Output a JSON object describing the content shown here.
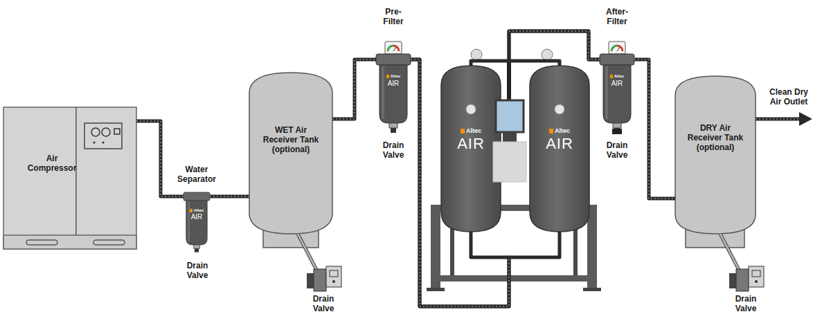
{
  "diagram": {
    "nodes": [
      {
        "text": [
          "Air Compressor"
        ]
      },
      {
        "text": [
          "Water Separator",
          "Altec",
          "AIR"
        ]
      },
      {
        "text": [
          "WET Air Receiver Tank (optional)"
        ]
      },
      {
        "text": [
          "Pre- Filter",
          "Altec",
          "AIR"
        ]
      },
      {
        "text": [
          "Altec",
          "AIR"
        ]
      },
      {
        "text": [
          "Altec",
          "AIR"
        ]
      },
      {
        "text": [
          "After- Filter",
          "Altec",
          "AIR"
        ]
      },
      {
        "text": [
          "DRY Air Receiver Tank (optional)"
        ]
      }
    ],
    "edges": [
      {
        "from": 0,
        "to": 1,
        "arrow": "none"
      },
      {
        "from": 1,
        "to": 2,
        "arrow": "none"
      },
      {
        "from": 2,
        "to": 3,
        "arrow": "none"
      },
      {
        "from": 3,
        "to": 4,
        "arrow": "none"
      },
      {
        "from": 3,
        "to": 5,
        "arrow": "none"
      },
      {
        "from": 4,
        "to": 6,
        "arrow": "none"
      },
      {
        "from": 5,
        "to": 6,
        "arrow": "none"
      },
      {
        "from": 6,
        "to": 7,
        "arrow": "none"
      }
    ],
    "labels": [
      "Drain Valve",
      "Drain Valve",
      "Drain Valve",
      "Drain Valve",
      "Clean Dry Air Outlet",
      "Drain Valve"
    ]
  }
}
